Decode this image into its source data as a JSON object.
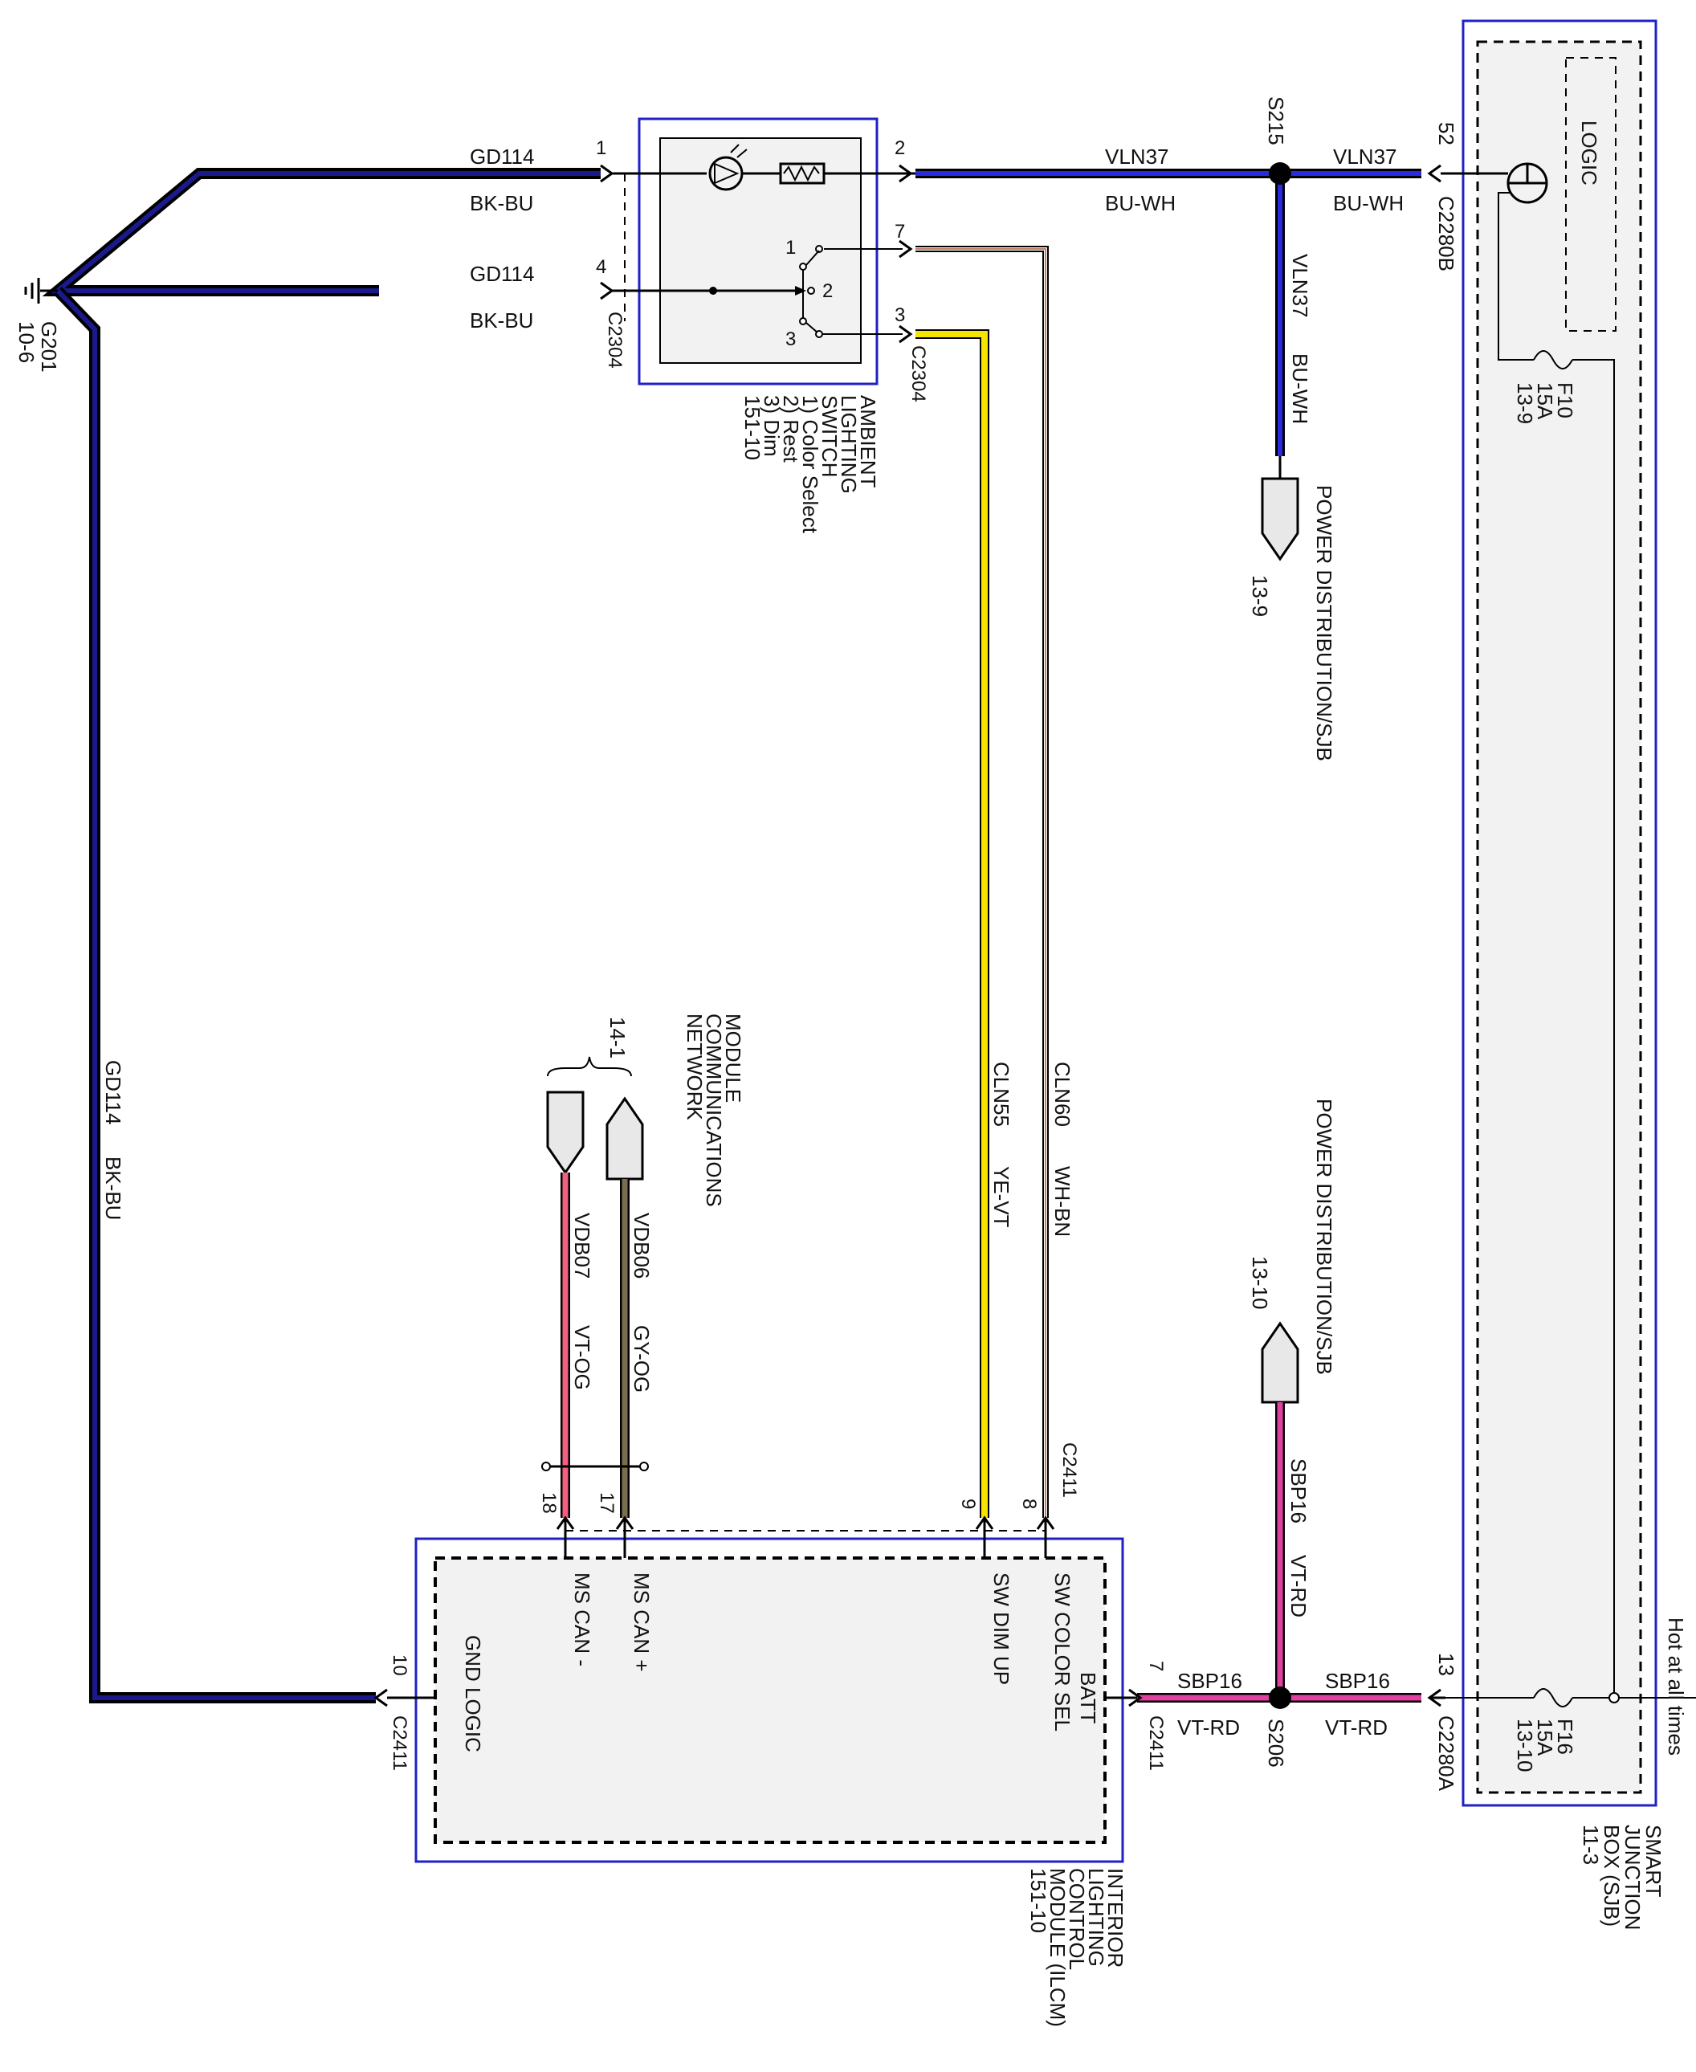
{
  "colors": {
    "bk_bu_core": "#1a1a8c",
    "bk_bu_outer": "#000000",
    "bu_wh_core": "#2a2ae0",
    "vt_rd": "#e040a0",
    "ye_vt": "#f5e400",
    "wh_bn": "#b05030",
    "vt_og": "#f06080",
    "gy_og": "#7a6e50",
    "module_border": "#2020c8",
    "module_fill": "#f2f2f2"
  },
  "ground": {
    "id": "G201",
    "ref": "10-6"
  },
  "ambient_switch": {
    "name_lines": [
      "AMBIENT",
      "LIGHTING",
      "SWITCH",
      "1) Color Select",
      "2) Rest",
      "3) Dim",
      "151-10"
    ],
    "connector": "C2304",
    "pins": {
      "p1": "1",
      "p2": "2",
      "p4": "4",
      "p7": "7",
      "p3": "3",
      "sw1": "1",
      "sw2": "2",
      "sw3": "3"
    }
  },
  "wires": {
    "gd114_a": {
      "circuit": "GD114",
      "color": "BK-BU"
    },
    "gd114_b": {
      "circuit": "GD114",
      "color": "BK-BU"
    },
    "gd114_c": {
      "circuit": "GD114",
      "color": "BK-BU"
    },
    "vln37_a": {
      "circuit": "VLN37",
      "color": "BU-WH"
    },
    "vln37_b": {
      "circuit": "VLN37",
      "color": "BU-WH"
    },
    "vln37_c": {
      "circuit": "VLN37",
      "color": "BU-WH"
    },
    "cln60": {
      "circuit": "CLN60",
      "color": "WH-BN"
    },
    "cln55": {
      "circuit": "CLN55",
      "color": "YE-VT"
    },
    "vdb07": {
      "circuit": "VDB07",
      "color": "VT-OG"
    },
    "vdb06": {
      "circuit": "VDB06",
      "color": "GY-OG"
    },
    "sbp16_a": {
      "circuit": "SBP16",
      "color": "VT-RD"
    },
    "sbp16_b": {
      "circuit": "SBP16",
      "color": "VT-RD"
    },
    "sbp16_c": {
      "circuit": "SBP16",
      "color": "VT-RD"
    }
  },
  "splices": {
    "s215": "S215",
    "s206": "S206"
  },
  "power_dist": {
    "top": {
      "label": "POWER DISTRIBUTION/SJB",
      "ref": "13-9"
    },
    "bottom": {
      "label": "POWER DISTRIBUTION/SJB",
      "ref": "13-10"
    }
  },
  "network": {
    "label_lines": [
      "MODULE",
      "COMMUNICATIONS",
      "NETWORK"
    ],
    "ref": "14-1"
  },
  "sjb": {
    "name_lines": [
      "SMART",
      "JUNCTION",
      "BOX (SJB)",
      "11-3"
    ],
    "logic": "LOGIC",
    "hot_label": "Hot at all times",
    "pin52": "52",
    "conn_b": "C2280B",
    "pin13": "13",
    "conn_a": "C2280A",
    "f10": {
      "name": "F10",
      "rating": "15A",
      "ref": "13-9"
    },
    "f16": {
      "name": "F16",
      "rating": "15A",
      "ref": "13-10"
    }
  },
  "ilcm": {
    "name_lines": [
      "INTERIOR",
      "LIGHTING",
      "CONTROL",
      "MODULE (ILCM)",
      "151-10"
    ],
    "connector": "C2411",
    "pins": {
      "gnd": {
        "num": "10",
        "label": "GND LOGIC"
      },
      "ms_can_minus": {
        "num": "18",
        "label": "MS CAN -"
      },
      "ms_can_plus": {
        "num": "17",
        "label": "MS CAN +"
      },
      "sw_dim_up": {
        "num": "9",
        "label": "SW DIM UP"
      },
      "sw_color_sel": {
        "num": "8",
        "label": "SW COLOR SEL"
      },
      "batt": {
        "num": "7",
        "label": "BATT"
      }
    }
  }
}
